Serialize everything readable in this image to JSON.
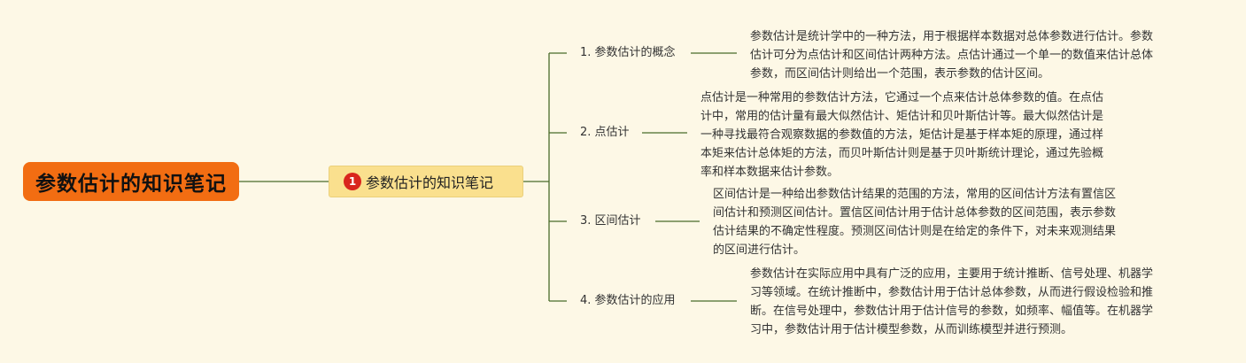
{
  "root": {
    "title": "参数估计的知识笔记"
  },
  "subtopic": {
    "badge": "1",
    "title": "参数估计的知识笔记"
  },
  "branches": [
    {
      "label": "1. 参数估计的概念",
      "lines": [
        "参数估计是统计学中的一种方法，用于根据样本数据对总体参数进行估计。参数",
        "估计可分为点估计和区间估计两种方法。点估计通过一个单一的数值来估计总体",
        "参数，而区间估计则给出一个范围，表示参数的估计区间。"
      ]
    },
    {
      "label": "2. 点估计",
      "lines": [
        "点估计是一种常用的参数估计方法，它通过一个点来估计总体参数的值。在点估",
        "计中，常用的估计量有最大似然估计、矩估计和贝叶斯估计等。最大似然估计是",
        "一种寻找最符合观察数据的参数值的方法，矩估计是基于样本矩的原理，通过样",
        "本矩来估计总体矩的方法，而贝叶斯估计则是基于贝叶斯统计理论，通过先验概",
        "率和样本数据来估计参数。"
      ]
    },
    {
      "label": "3. 区间估计",
      "lines": [
        "区间估计是一种给出参数估计结果的范围的方法，常用的区间估计方法有置信区",
        "间估计和预测区间估计。置信区间估计用于估计总体参数的区间范围，表示参数",
        "估计结果的不确定性程度。预测区间估计则是在给定的条件下，对未来观测结果",
        "的区间进行估计。"
      ]
    },
    {
      "label": "4. 参数估计的应用",
      "lines": [
        "参数估计在实际应用中具有广泛的应用，主要用于统计推断、信号处理、机器学",
        "习等领域。在统计推断中，参数估计用于估计总体参数，从而进行假设检验和推",
        "断。在信号处理中，参数估计用于估计信号的参数，如频率、幅值等。在机器学",
        "习中，参数估计用于估计模型参数，从而训练模型并进行预测。"
      ]
    }
  ],
  "colors": {
    "background": "#fdf8e6",
    "root_fill": "#f26d12",
    "subtopic_fill": "#fae08e",
    "badge_fill": "#d9251d",
    "connector": "#4a6b2a"
  }
}
